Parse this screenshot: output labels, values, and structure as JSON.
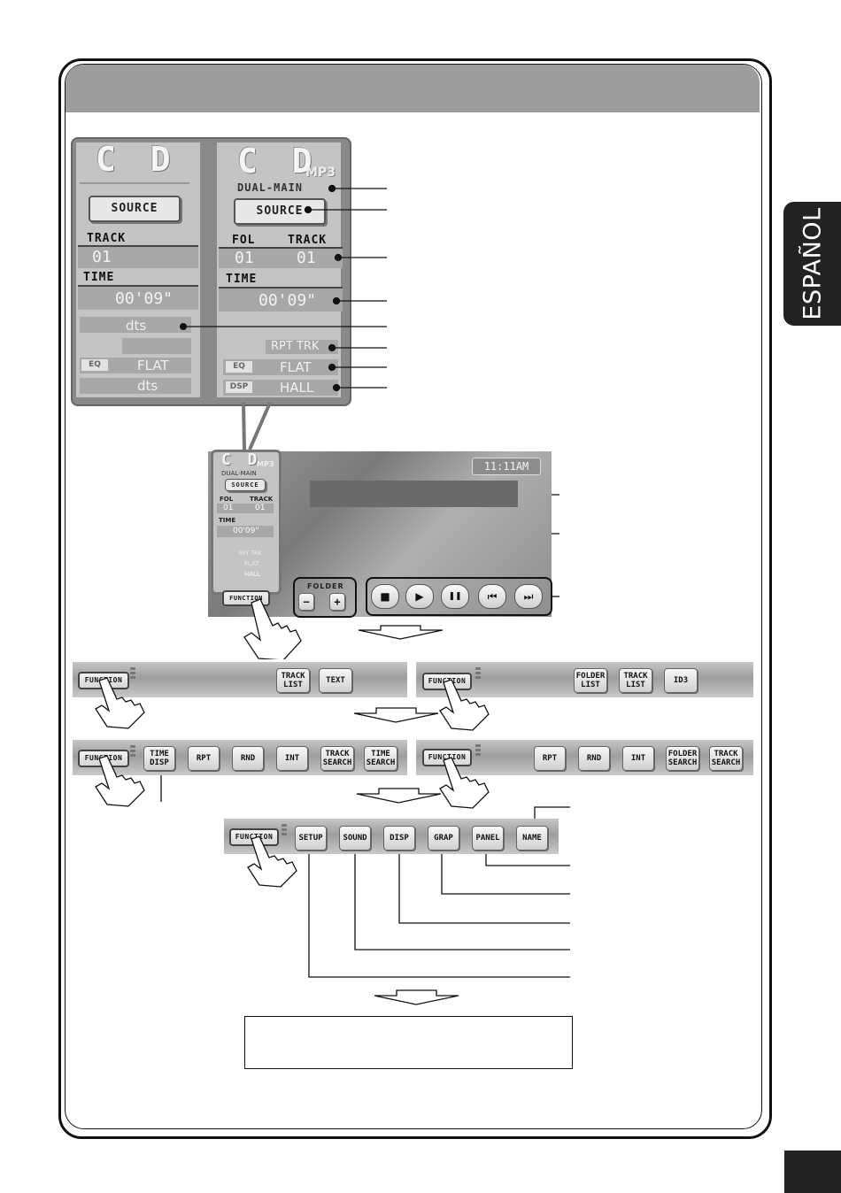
{
  "side_tab": "ESPAÑOL",
  "cd_display": {
    "left": {
      "source_name": "C D",
      "source_button": "SOURCE",
      "track_label": "TRACK",
      "track_value": "01",
      "time_label": "TIME",
      "time_value": "00'09\"",
      "sound_mode": "dts",
      "eq_badge": "EQ",
      "eq_value": "FLAT",
      "dsp_value": "dts"
    },
    "right": {
      "source_name": "C D",
      "format": "MP3",
      "dual_mode": "DUAL-MAIN",
      "source_button": "SOURCE",
      "folder_label": "FOL",
      "track_label": "TRACK",
      "folder_value": "01",
      "track_value": "01",
      "time_label": "TIME",
      "time_value": "00'09\"",
      "repeat_status": "RPT TRK",
      "eq_badge": "EQ",
      "eq_value": "FLAT",
      "dsp_badge": "DSP",
      "dsp_value": "HALL"
    }
  },
  "screen": {
    "clock": "11:11AM",
    "mini": {
      "source_name": "C D",
      "format": "MP3",
      "dual_mode": "DUAL-MAIN",
      "source_button": "SOURCE",
      "folder_label": "FOL",
      "track_label": "TRACK",
      "folder_value": "01",
      "track_value": "01",
      "time_label": "TIME",
      "time_value": "00'09\"",
      "repeat_status": "RPT TRK",
      "eq_value": "FLAT",
      "dsp_value": "HALL"
    },
    "folder_label": "FOLDER",
    "folder_minus": "−",
    "folder_plus": "+",
    "function_button": "FUNCTION",
    "controls": [
      "■",
      "▶",
      "❚❚",
      "⏮",
      "⏭"
    ]
  },
  "menus": {
    "function_label": "FUNCTION",
    "row1_left": [
      "TRACK LIST",
      "TEXT"
    ],
    "row1_right": [
      "FOLDER LIST",
      "TRACK LIST",
      "ID3"
    ],
    "row2_left": [
      "TIME DISP",
      "RPT",
      "RND",
      "INT",
      "TRACK SEARCH",
      "TIME SEARCH"
    ],
    "row2_right": [
      "RPT",
      "RND",
      "INT",
      "FOLDER SEARCH",
      "TRACK SEARCH"
    ],
    "row3": [
      "SETUP",
      "SOUND",
      "DISP",
      "GRAP",
      "PANEL",
      "NAME"
    ]
  }
}
